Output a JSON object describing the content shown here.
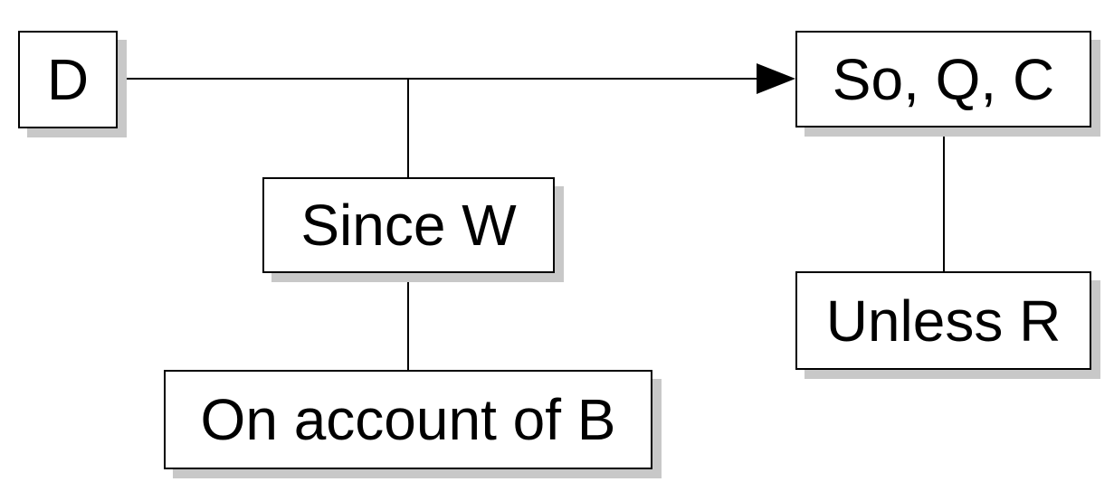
{
  "nodes": {
    "data": {
      "label": "D"
    },
    "conclusion": {
      "label": "So, Q, C"
    },
    "warrant": {
      "label": "Since W"
    },
    "rebuttal": {
      "label": "Unless R"
    },
    "backing": {
      "label": "On account of B"
    }
  },
  "colors": {
    "stroke": "#000000",
    "box_fill": "#ffffff",
    "shadow": "#c8c8c8"
  }
}
